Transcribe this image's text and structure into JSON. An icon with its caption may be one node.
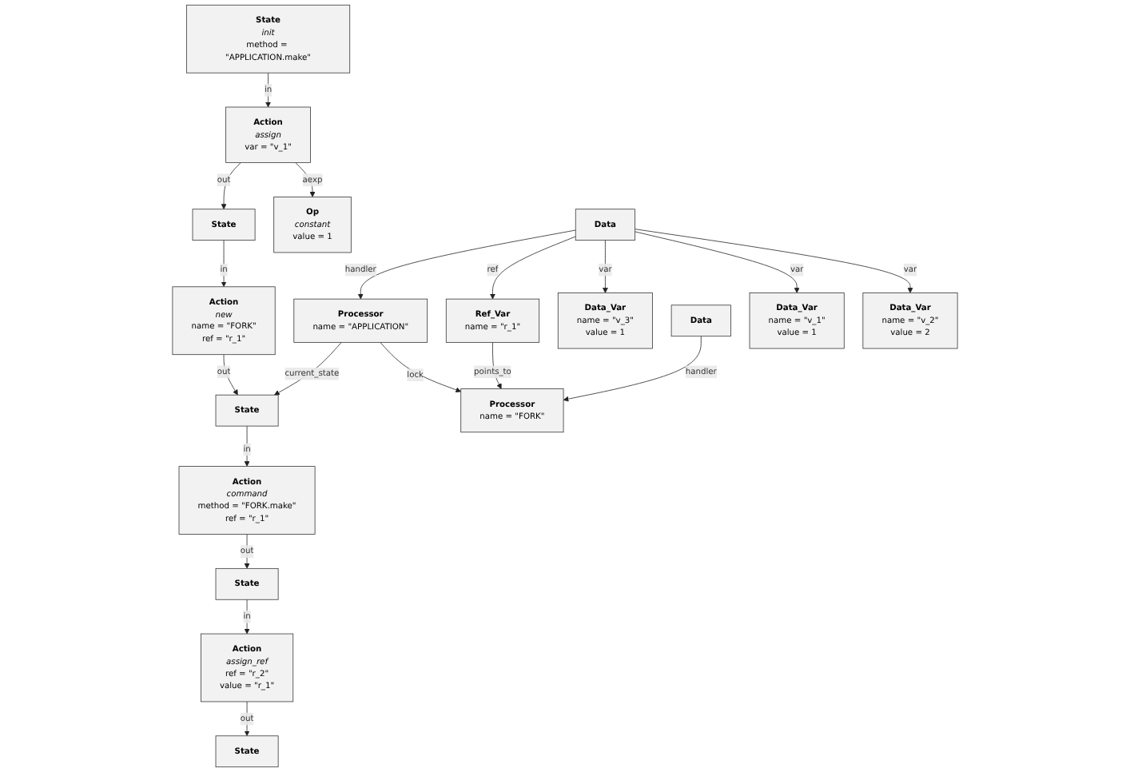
{
  "diagram": {
    "nodes": [
      {
        "text": [
          "State",
          "init",
          "method = \"APPLICATION.make\""
        ]
      },
      {
        "text": [
          "Data_Var",
          "name = \"v_2\"",
          "value = 2"
        ]
      },
      {
        "text": [
          "Op",
          "constant",
          "value = 1"
        ]
      },
      {
        "text": [
          "Action",
          "assign",
          "var = \"v_1\""
        ]
      },
      {
        "text": [
          "Data_Var",
          "name = \"v_1\"",
          "value = 1"
        ]
      },
      {
        "text": [
          "Data_Var",
          "name = \"v_3\"",
          "value = 1"
        ]
      },
      {
        "text": [
          "State"
        ]
      },
      {
        "text": [
          "Data"
        ]
      },
      {
        "text": [
          "Ref_Var",
          "name = \"r_1\""
        ]
      },
      {
        "text": [
          "Data"
        ]
      },
      {
        "text": [
          "Action",
          "new",
          "name = \"FORK\"",
          "ref = \"r_1\""
        ]
      },
      {
        "text": [
          "Processor",
          "name = \"APPLICATION\""
        ]
      },
      {
        "text": [
          "Processor",
          "name = \"FORK\""
        ]
      },
      {
        "text": [
          "State"
        ]
      },
      {
        "text": [
          "Action",
          "command",
          "method = \"FORK.make\"",
          "ref = \"r_1\""
        ]
      },
      {
        "text": [
          "State"
        ]
      },
      {
        "text": [
          "Action",
          "assign_ref",
          "ref = \"r_2\"",
          "value = \"r_1\""
        ]
      },
      {
        "text": [
          "State"
        ]
      }
    ],
    "edges": [
      {
        "from": 0,
        "to": 3,
        "arrow": "to",
        "label": "in"
      },
      {
        "from": 3,
        "to": 2,
        "arrow": "to",
        "label": "aexp"
      },
      {
        "from": 3,
        "to": 6,
        "arrow": "to",
        "label": "out"
      },
      {
        "from": 6,
        "to": 10,
        "arrow": "to",
        "label": "in"
      },
      {
        "from": 10,
        "to": 13,
        "arrow": "to",
        "label": "out"
      },
      {
        "from": 13,
        "to": 14,
        "arrow": "to",
        "label": "in"
      },
      {
        "from": 14,
        "to": 15,
        "arrow": "to",
        "label": "out"
      },
      {
        "from": 15,
        "to": 16,
        "arrow": "to",
        "label": "in"
      },
      {
        "from": 16,
        "to": 17,
        "arrow": "to",
        "label": "out"
      },
      {
        "from": 7,
        "to": 1,
        "arrow": "to",
        "label": "var"
      },
      {
        "from": 7,
        "to": 4,
        "arrow": "to",
        "label": "var"
      },
      {
        "from": 7,
        "to": 5,
        "arrow": "to",
        "label": "var"
      },
      {
        "from": 7,
        "to": 8,
        "arrow": "to",
        "label": "ref"
      },
      {
        "from": 7,
        "to": 11,
        "arrow": "to",
        "label": "handler"
      },
      {
        "from": 8,
        "to": 12,
        "arrow": "to",
        "label": "points_to"
      },
      {
        "from": 9,
        "to": 12,
        "arrow": "to",
        "label": "handler"
      },
      {
        "from": 11,
        "to": 12,
        "arrow": "to",
        "label": "lock"
      },
      {
        "from": 11,
        "to": 13,
        "arrow": "to",
        "label": "current_state"
      }
    ]
  }
}
